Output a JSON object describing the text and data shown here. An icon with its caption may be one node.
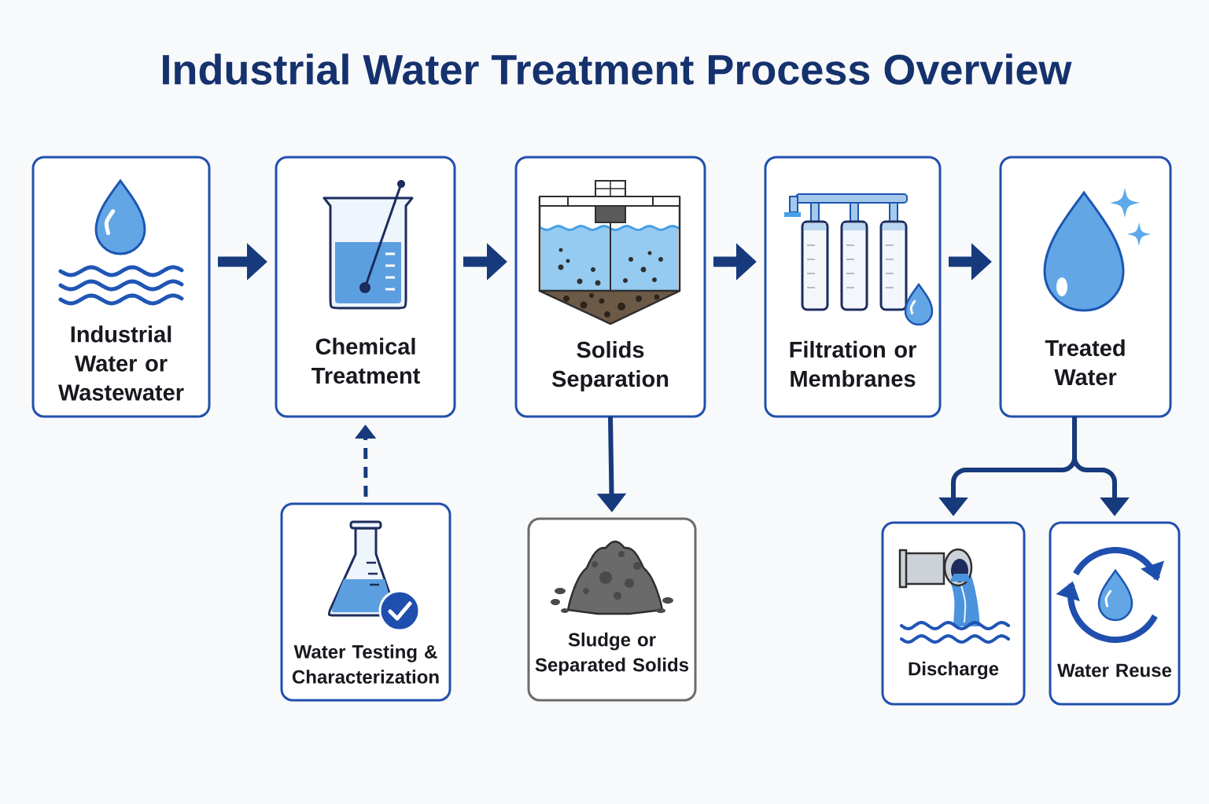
{
  "diagram": {
    "title": "Industrial Water Treatment Process Overview",
    "nodes": [
      {
        "text": [
          "Industrial Water or Wastewater"
        ]
      },
      {
        "text": [
          "Chemical Treatment"
        ]
      },
      {
        "text": [
          "Solids Separation"
        ]
      },
      {
        "text": [
          "Filtration or Membranes"
        ]
      },
      {
        "text": [
          "Treated Water"
        ]
      },
      {
        "text": [
          "Water Testing & Characterization"
        ]
      },
      {
        "text": [
          "Sludge or Separated Solids"
        ]
      },
      {
        "text": [
          "Discharge"
        ]
      },
      {
        "text": [
          "Water Reuse"
        ]
      }
    ],
    "edges": [
      {
        "from": 0,
        "to": 1,
        "arrow": "to",
        "style": "thick"
      },
      {
        "from": 1,
        "to": 2,
        "arrow": "to",
        "style": "thick"
      },
      {
        "from": 2,
        "to": 3,
        "arrow": "to",
        "style": "thick"
      },
      {
        "from": 3,
        "to": 4,
        "arrow": "to",
        "style": "thick"
      },
      {
        "from": 5,
        "to": 1,
        "arrow": "to",
        "style": "dashed"
      },
      {
        "from": 2,
        "to": 6,
        "arrow": "to"
      },
      {
        "from": 4,
        "to": 7,
        "arrow": "to"
      },
      {
        "from": 4,
        "to": 8,
        "arrow": "to"
      }
    ]
  }
}
